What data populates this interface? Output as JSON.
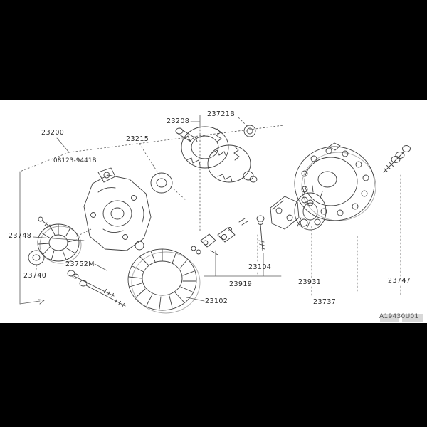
{
  "figure": {
    "type": "exploded-parts-diagram",
    "code": "A19430U01",
    "labels": [
      {
        "text": "23200"
      },
      {
        "text": "08123-9441B"
      },
      {
        "text": "23215"
      },
      {
        "text": "23208"
      },
      {
        "text": "23721B"
      },
      {
        "text": "23748"
      },
      {
        "text": "23740"
      },
      {
        "text": "23752M"
      },
      {
        "text": "23102"
      },
      {
        "text": "23919"
      },
      {
        "text": "23104"
      },
      {
        "text": "23931"
      },
      {
        "text": "23737"
      },
      {
        "text": "23747"
      }
    ],
    "colors": {
      "background": "#ffffff",
      "letterbox": "#000000",
      "line_art": "#404040",
      "label_text": "#2a2a2a"
    }
  }
}
